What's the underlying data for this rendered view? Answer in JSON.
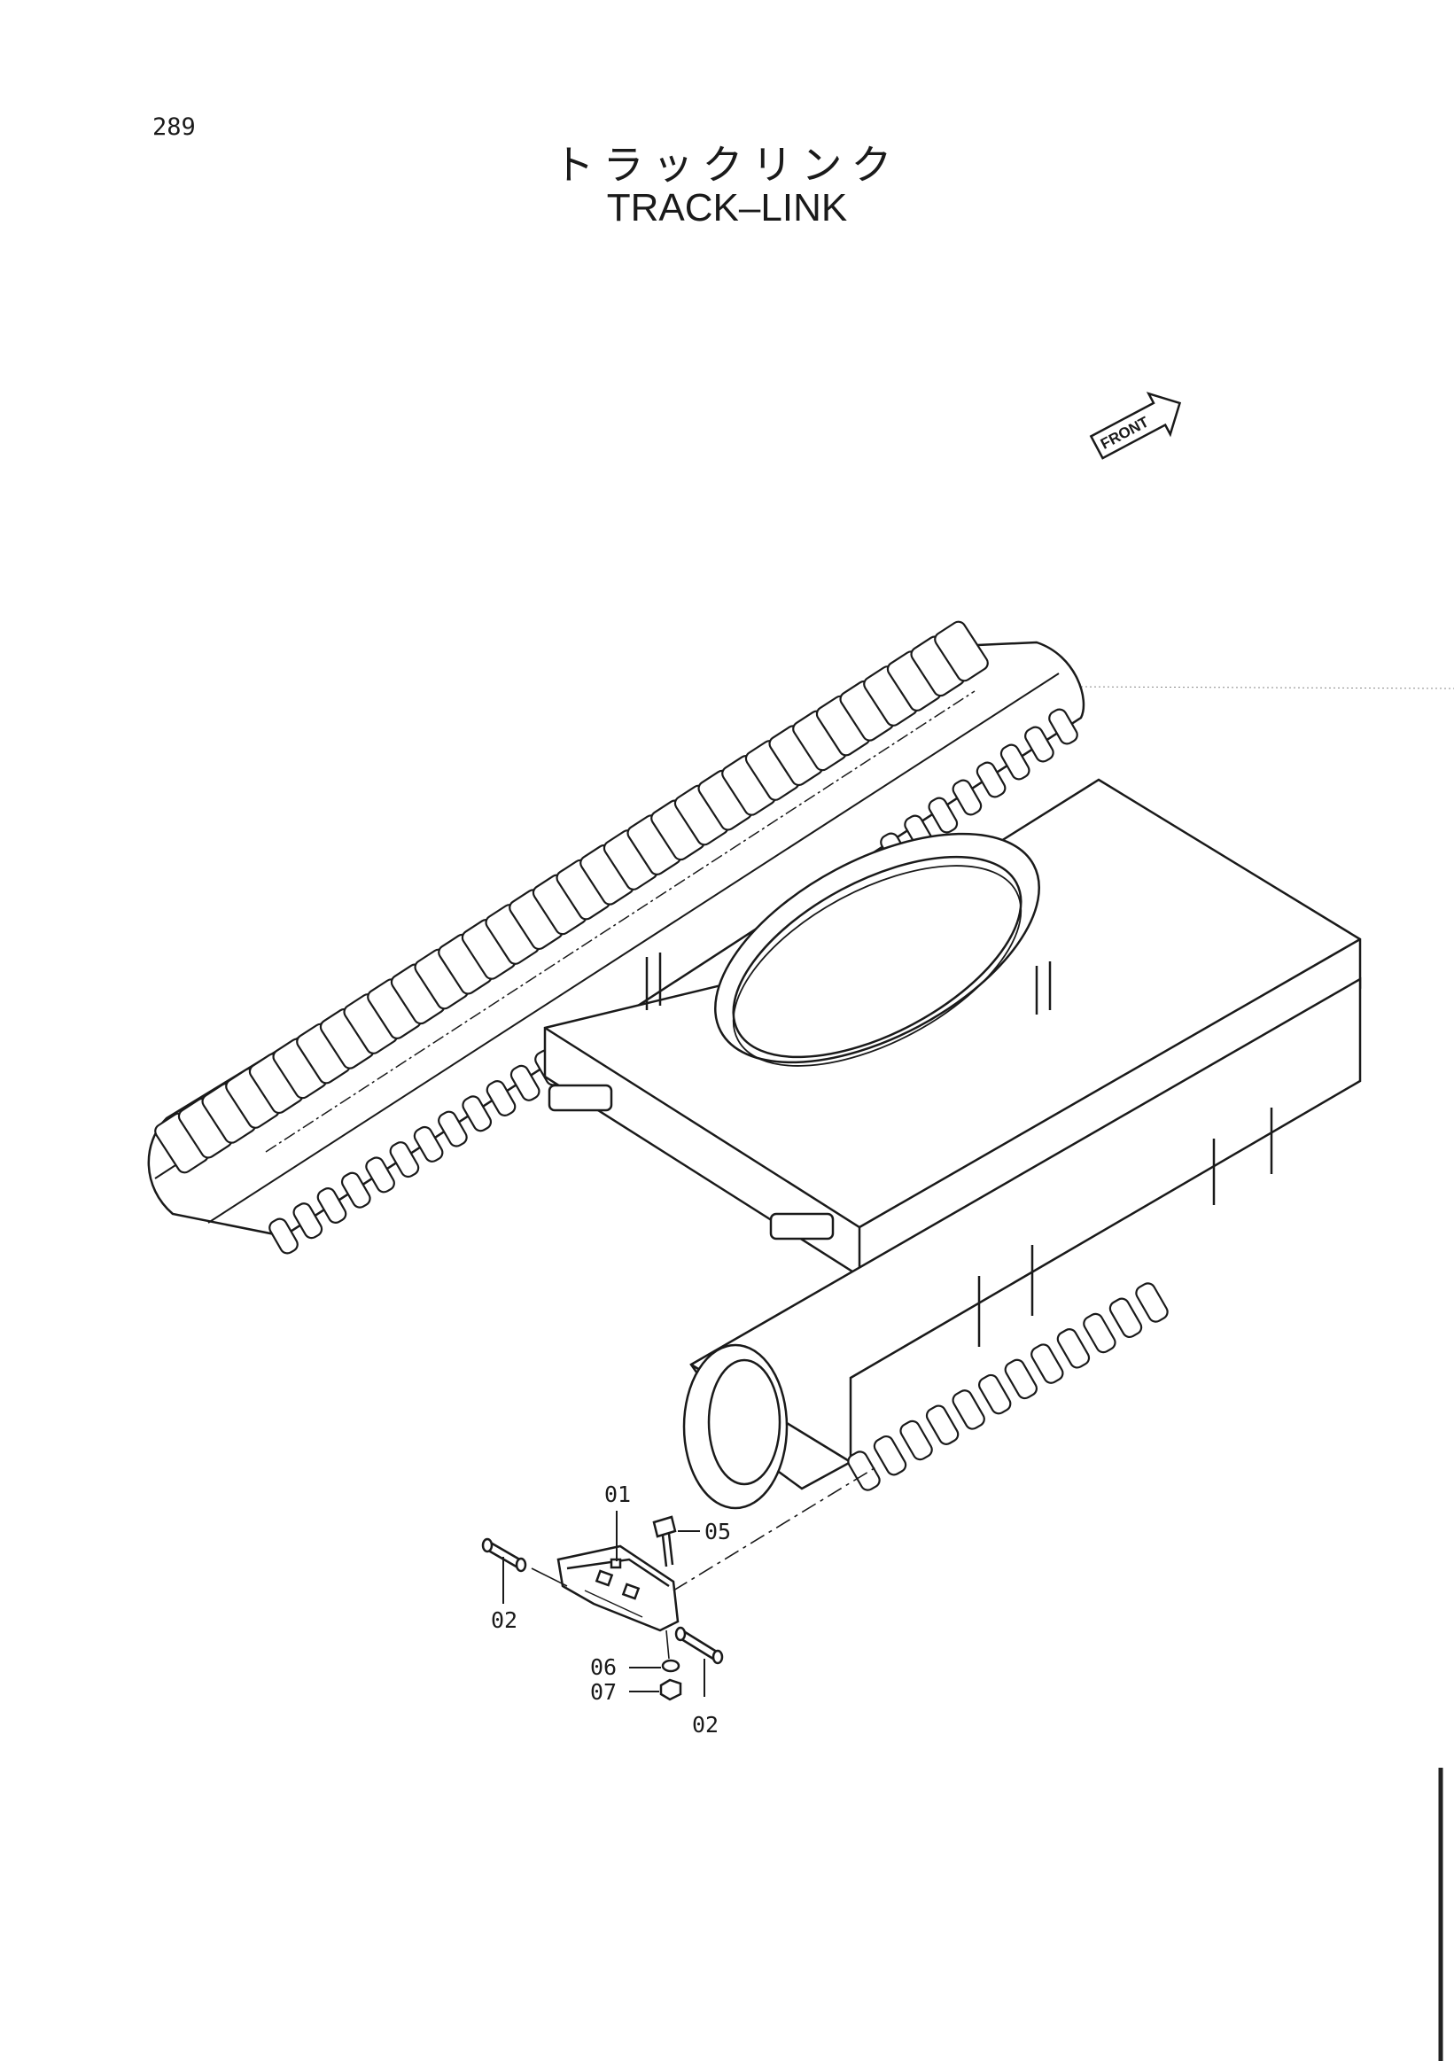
{
  "page": {
    "number": "289",
    "title_jp": "トラックリンク",
    "title_en": "TRACK–LINK"
  },
  "front_indicator": {
    "label": "FRONT"
  },
  "parts": {
    "p01": "01",
    "p02a": "02",
    "p02b": "02",
    "p05": "05",
    "p06": "06",
    "p07": "07"
  }
}
